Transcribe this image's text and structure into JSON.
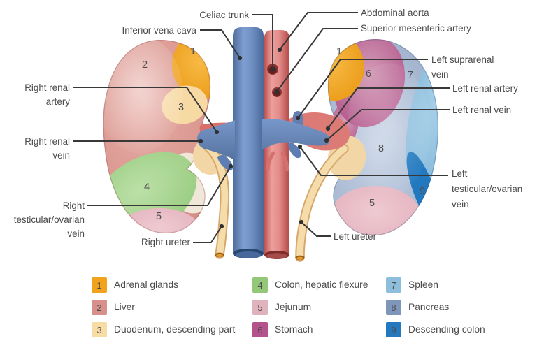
{
  "diagram": {
    "callouts": {
      "celiac_trunk": "Celiac trunk",
      "inferior_vena_cava": "Inferior vena cava",
      "abdominal_aorta": "Abdominal aorta",
      "superior_mesenteric_artery": "Superior mesenteric artery",
      "right_renal_artery": [
        "Right renal",
        "artery"
      ],
      "right_renal_vein": [
        "Right renal",
        "vein"
      ],
      "right_testicular_ovarian_vein": [
        "Right",
        "testicular/ovarian",
        "vein"
      ],
      "right_ureter": "Right ureter",
      "left_suprarenal_vein": [
        "Left suprarenal",
        "vein"
      ],
      "left_renal_artery": "Left renal artery",
      "left_renal_vein": "Left renal vein",
      "left_testicular_ovarian_vein": [
        "Left",
        "testicular/ovarian",
        "vein"
      ],
      "left_ureter": "Left ureter"
    },
    "numbers": {
      "r1": "1",
      "r2": "2",
      "r3": "3",
      "r4": "4",
      "r5": "5",
      "l1": "1",
      "l5": "5",
      "l6": "6",
      "l7": "7",
      "l8": "8",
      "l9": "9"
    }
  },
  "legend": {
    "items": [
      {
        "number": "1",
        "label": "Adrenal glands",
        "color": "#F1A31E"
      },
      {
        "number": "2",
        "label": "Liver",
        "color": "#D7908B"
      },
      {
        "number": "3",
        "label": "Duodenum, descending part",
        "color": "#F8DCA6"
      },
      {
        "number": "4",
        "label": "Colon, hepatic flexure",
        "color": "#92C878"
      },
      {
        "number": "5",
        "label": "Jejunum",
        "color": "#DFB2BC"
      },
      {
        "number": "6",
        "label": "Stomach",
        "color": "#B4538B"
      },
      {
        "number": "7",
        "label": "Spleen",
        "color": "#8DBFDD"
      },
      {
        "number": "8",
        "label": "Pancreas",
        "color": "#7F96BB"
      },
      {
        "number": "9",
        "label": "Descending colon",
        "color": "#2478BD"
      }
    ]
  },
  "colors": {
    "vein_blue": "#6788BF",
    "artery_red": "#E08A8A",
    "ureter_tan": "#F3D7A8",
    "label_text": "#4A4A4A",
    "leader_line": "#383838"
  }
}
